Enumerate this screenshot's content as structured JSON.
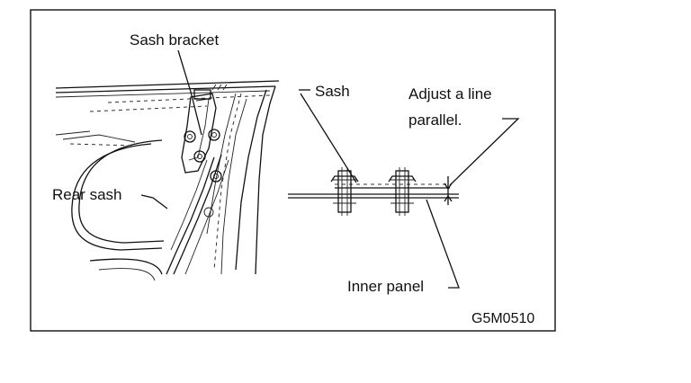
{
  "figure": {
    "labels": {
      "sash_bracket": "Sash bracket",
      "rear_sash": "Rear sash",
      "sash": "Sash",
      "adjust_line_1": "Adjust a line",
      "adjust_line_2": "parallel.",
      "inner_panel": "Inner panel",
      "figure_code": "G5M0510"
    }
  }
}
